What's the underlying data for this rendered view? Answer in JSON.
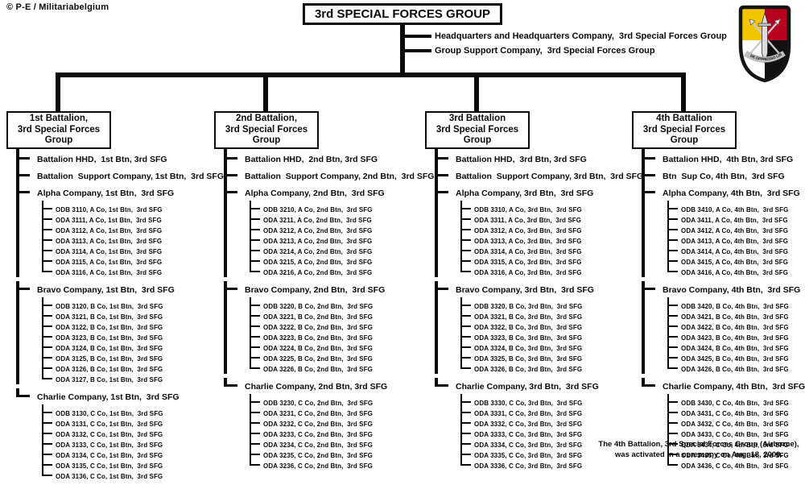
{
  "credit": "© P-E / Militariabelgium",
  "header": {
    "title": "3rd SPECIAL FORCES GROUP",
    "direct_reports": [
      "Headquarters and Headquarters Company,  3rd Special Forces Group",
      "Group Support Company,  3rd Special Forces Group"
    ]
  },
  "insignia": {
    "name": "3rd Special Forces Group beret flash",
    "motto": "DE OPPRESSO LIBER",
    "colors": {
      "yellow": "#f2c500",
      "red": "#b8001f",
      "white": "#ffffff",
      "black": "#111111"
    }
  },
  "battalions": [
    {
      "box": [
        "1st Battalion,",
        "3rd Special Forces Group"
      ],
      "children": [
        {
          "label": "Battalion HHD,  1st Btn, 3rd SFG"
        },
        {
          "label": "Battalion  Support Company, 1st Btn,  3rd SFG"
        },
        {
          "label": "Alpha Company, 1st Btn,  3rd SFG",
          "teams": [
            "ODB 3110, A Co, 1st Btn,  3rd SFG",
            "ODA 3111, A Co, 1st Btn,  3rd SFG",
            "ODA 3112, A Co, 1st Btn,  3rd SFG",
            "ODA 3113, A Co, 1st Btn,  3rd SFG",
            "ODA 3114, A Co, 1st Btn,  3rd SFG",
            "ODA 3115, A Co, 1st Btn,  3rd SFG",
            "ODA 3116, A Co, 1st Btn,  3rd SFG"
          ]
        },
        {
          "label": "Bravo Company, 1st Btn,  3rd SFG",
          "teams": [
            "ODB 3120, B Co, 1st Btn,  3rd SFG",
            "ODA 3121, B Co, 1st Btn,  3rd SFG",
            "ODA 3122, B Co, 1st Btn,  3rd SFG",
            "ODA 3123, B Co, 1st Btn,  3rd SFG",
            "ODA 3124, B Co, 1st Btn,  3rd SFG",
            "ODA 3125, B Co, 1st Btn,  3rd SFG",
            "ODA 3126, B Co, 1st Btn,  3rd SFG",
            "ODA 3127, B Co, 1st Btn,  3rd SFG"
          ]
        },
        {
          "label": "Charlie Company, 1st Btn,  3rd SFG",
          "teams": [
            "ODB 3130, C Co, 1st Btn,  3rd SFG",
            "ODA 3131, C Co, 1st Btn,  3rd SFG",
            "ODA 3132, C Co, 1st Btn,  3rd SFG",
            "ODA 3133, C Co, 1st Btn,  3rd SFG",
            "ODA 3134, C Co, 1st Btn,  3rd SFG",
            "ODA 3135, C Co, 1st Btn,  3rd SFG",
            "ODA 3136, C Co, 1st Btn,  3rd SFG"
          ]
        }
      ]
    },
    {
      "box": [
        "2nd Battalion,",
        "3rd Special Forces Group"
      ],
      "children": [
        {
          "label": "Battalion HHD,  2nd Btn, 3rd SFG"
        },
        {
          "label": "Battalion  Support Company, 2nd Btn,  3rd SFG"
        },
        {
          "label": "Alpha Company, 2nd Btn,  3rd SFG",
          "teams": [
            "ODB 3210, A Co, 2nd Btn,  3rd SFG",
            "ODA 3211, A Co, 2nd Btn,  3rd SFG",
            "ODA 3212, A Co, 2nd Btn,  3rd SFG",
            "ODA 3213, A Co, 2nd Btn,  3rd SFG",
            "ODA 3214, A Co, 2nd Btn,  3rd SFG",
            "ODA 3215, A Co, 2nd Btn,  3rd SFG",
            "ODA 3216, A Co, 2nd Btn,  3rd SFG"
          ]
        },
        {
          "label": "Bravo Company, 2nd Btn,  3rd SFG",
          "teams": [
            "ODB 3220, B Co, 2nd Btn,  3rd SFG",
            "ODA 3221, B Co, 2nd Btn,  3rd SFG",
            "ODA 3222, B Co, 2nd Btn,  3rd SFG",
            "ODA 3223, B Co, 2nd Btn,  3rd SFG",
            "ODA 3224, B Co, 2nd Btn,  3rd SFG",
            "ODA 3225, B Co, 2nd Btn,  3rd SFG",
            "ODA 3226, B Co, 2nd Btn,  3rd SFG"
          ]
        },
        {
          "label": "Charlie Company, 2nd Btn, 3rd SFG",
          "teams": [
            "ODB 3230, C Co, 2nd Btn,  3rd SFG",
            "ODA 3231, C Co, 2nd Btn,  3rd SFG",
            "ODA 3232, C Co, 2nd Btn,  3rd SFG",
            "ODA 3233, C Co, 2nd Btn,  3rd SFG",
            "ODA 3234, C Co, 2nd Btn,  3rd SFG",
            "ODA 3235, C Co, 2nd Btn,  3rd SFG",
            "ODA 3236, C Co, 2nd Btn,  3rd SFG"
          ]
        }
      ]
    },
    {
      "box": [
        "3rd Battalion",
        "3rd Special Forces Group"
      ],
      "children": [
        {
          "label": "Battalion HHD,  3rd Btn, 3rd SFG"
        },
        {
          "label": "Battalion  Support Company, 3rd Btn,  3rd SFG"
        },
        {
          "label": "Alpha Company, 3rd Btn,  3rd SFG",
          "teams": [
            "ODB 3310, A Co, 3rd Btn,  3rd SFG",
            "ODA 3311, A Co, 3rd Btn,  3rd SFG",
            "ODA 3312, A Co, 3rd Btn,  3rd SFG",
            "ODA 3313, A Co, 3rd Btn,  3rd SFG",
            "ODA 3314, A Co, 3rd Btn,  3rd SFG",
            "ODA 3315, A Co, 3rd Btn,  3rd SFG",
            "ODA 3316, A Co, 3rd Btn,  3rd SFG"
          ]
        },
        {
          "label": "Bravo Company, 3rd Btn,  3rd SFG",
          "teams": [
            "ODB 3320, B Co, 3rd Btn,  3rd SFG",
            "ODA 3321, B Co, 3rd Btn,  3rd SFG",
            "ODA 3322, B Co, 3rd Btn,  3rd SFG",
            "ODA 3323, B Co, 3rd Btn,  3rd SFG",
            "ODA 3324, B Co, 3rd Btn,  3rd SFG",
            "ODA 3325, B Co, 3rd Btn,  3rd SFG",
            "ODA 3326, B Co, 3rd Btn,  3rd SFG"
          ]
        },
        {
          "label": "Charlie Company, 3rd Btn,  3rd SFG",
          "teams": [
            "ODB 3330, C Co, 3rd Btn,  3rd SFG",
            "ODA 3331, C Co, 3rd Btn,  3rd SFG",
            "ODA 3332, C Co, 3rd Btn,  3rd SFG",
            "ODA 3333, C Co, 3rd Btn,  3rd SFG",
            "ODA 3334, C Co, 3rd Btn,  3rd SFG",
            "ODA 3335, C Co, 3rd Btn,  3rd SFG",
            "ODA 3336, C Co, 3rd Btn,  3rd SFG"
          ]
        }
      ]
    },
    {
      "box": [
        "4th Battalion",
        "3rd Special Forces Group"
      ],
      "children": [
        {
          "label": "Battalion HHD,  4th Btn, 3rd SFG"
        },
        {
          "label": "Btn  Sup Co, 4th Btn,  3rd SFG"
        },
        {
          "label": "Alpha Company, 4th Btn,  3rd SFG",
          "teams": [
            "ODB 3410, A Co, 4th Btn,  3rd SFG",
            "ODA 3411, A Co, 4th Btn,  3rd SFG",
            "ODA 3412, A Co, 4th Btn,  3rd SFG",
            "ODA 3413, A Co, 4th Btn,  3rd SFG",
            "ODA 3414, A Co, 4th Btn,  3rd SFG",
            "ODA 3415, A Co, 4th Btn,  3rd SFG",
            "ODA 3416, A Co, 4th Btn,  3rd SFG"
          ]
        },
        {
          "label": "Bravo Company, 4th Btn,  3rd SFG",
          "teams": [
            "ODB 3420, B Co, 4th Btn,  3rd SFG",
            "ODA 3421, B Co, 4th Btn,  3rd SFG",
            "ODA 3422, B Co, 4th Btn,  3rd SFG",
            "ODA 3423, B Co, 4th Btn,  3rd SFG",
            "ODA 3424, B Co, 4th Btn,  3rd SFG",
            "ODA 3425, B Co, 4th Btn,  3rd SFG",
            "ODA 3426, B Co, 4th Btn,  3rd SFG"
          ]
        },
        {
          "label": "Charlie Company, 4th Btn,  3rd SFG",
          "teams": [
            "ODB 3430, C Co, 4th Btn,  3rd SFG",
            "ODA 3431, C Co, 4th Btn,  3rd SFG",
            "ODA 3432, C Co, 4th Btn,  3rd SFG",
            "ODA 3433, C Co, 4th Btn,  3rd SFG",
            "ODA 3434, C Co, 4th Btn,  3rd SFG",
            "ODA 3435, C Co, 4th Btn,  3rd SFG",
            "ODA 3436, C Co, 4th Btn,  3rd SFG"
          ]
        }
      ]
    }
  ],
  "footnote": {
    "line1": "The 4th Battalion, 3rd Special Forces Group (Airborne),",
    "line2": "was activated in a ceremony on Aug. 18, 2009."
  }
}
